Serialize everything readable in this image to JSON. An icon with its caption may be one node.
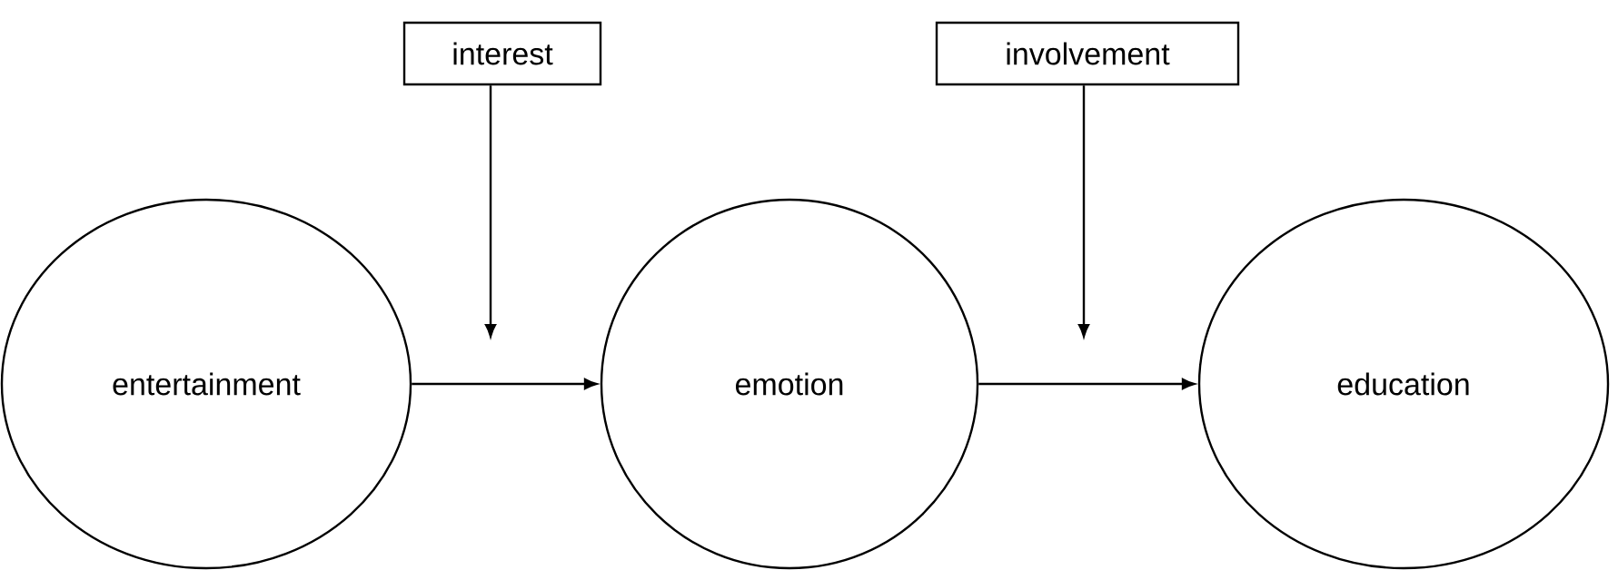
{
  "diagram": {
    "nodes": [
      {
        "text": [
          "interest"
        ]
      },
      {
        "text": [
          "involvement"
        ]
      },
      {
        "text": [
          "entertainment"
        ]
      },
      {
        "text": [
          "emotion"
        ]
      },
      {
        "text": [
          "education"
        ]
      }
    ],
    "edges": [
      {
        "from": 0,
        "to": null,
        "arrow": "to"
      },
      {
        "from": 1,
        "to": null,
        "arrow": "to"
      },
      {
        "from": 2,
        "to": 3,
        "arrow": "to"
      },
      {
        "from": 3,
        "to": 4,
        "arrow": "to"
      }
    ]
  }
}
